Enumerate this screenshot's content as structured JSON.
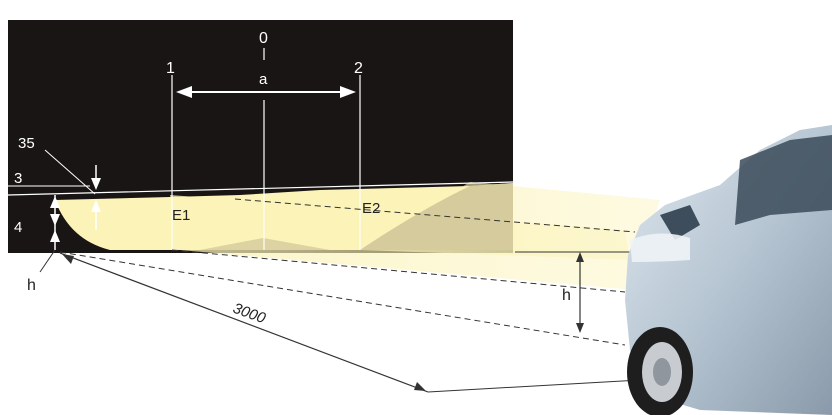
{
  "labels": {
    "axis_0": "0",
    "axis_a": "a",
    "axis_1": "1",
    "axis_2": "2",
    "mark_35": "35",
    "line_3": "3",
    "line_4": "4",
    "height_h_left": "h",
    "height_h_right": "h",
    "spot_e1": "E1",
    "spot_e2": "E2",
    "distance": "3000"
  },
  "colors": {
    "screen": "#1a1515",
    "beam": "#fbf3b8",
    "beam_light": "#fcf7cf",
    "lines": "#ffffff",
    "dimension": "#222222",
    "car_body": "#b7c6d3",
    "tire": "#1e1e1e"
  },
  "icons": {
    "car": "car-front-icon",
    "arrow": "double-arrow-icon"
  }
}
